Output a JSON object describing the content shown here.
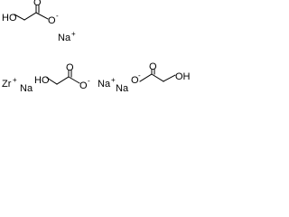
{
  "structure": {
    "glycolate_1": {
      "hydroxyl": "HO",
      "carbonyl_oxygen": "O",
      "carboxylate_oxygen": "O",
      "charge": "-"
    },
    "glycolate_2": {
      "hydroxyl": "HO",
      "carbonyl_oxygen": "O",
      "carboxylate_oxygen": "O",
      "charge": "-"
    },
    "glycolate_3": {
      "hydroxyl": "OH",
      "carbonyl_oxygen": "O",
      "carboxylate_oxygen": "O",
      "charge": "-"
    },
    "sodium_1": {
      "symbol": "Na",
      "charge": "+"
    },
    "sodium_2": {
      "symbol": "Na",
      "charge": ""
    },
    "sodium_3": {
      "symbol": "Na",
      "charge": "+"
    },
    "sodium_4": {
      "symbol": "Na",
      "charge": ""
    },
    "zirconium": {
      "symbol": "Zr",
      "charge": "+"
    }
  }
}
